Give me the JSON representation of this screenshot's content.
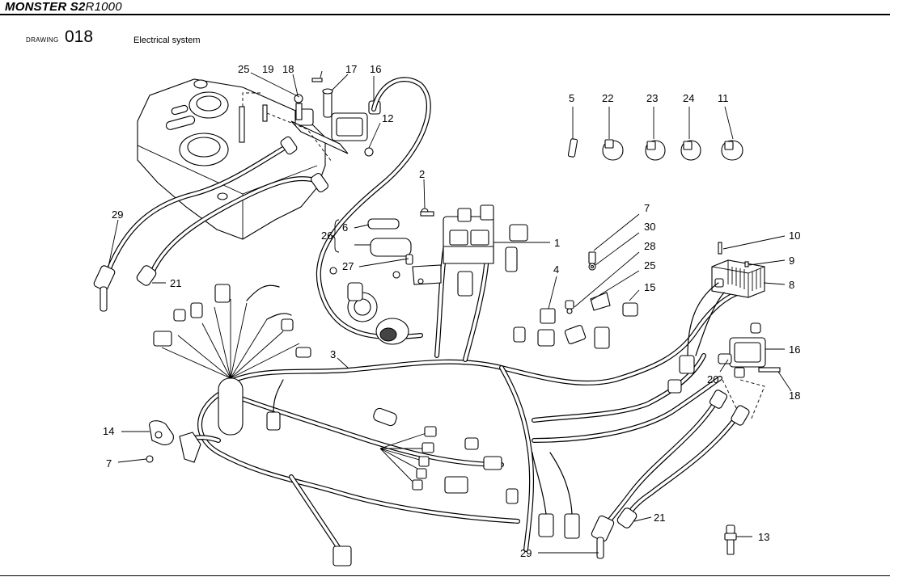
{
  "header": {
    "brand": "MONSTER",
    "model_prefix": "S2",
    "model_suffix": "R1000"
  },
  "drawing": {
    "label": "DRAWING",
    "number": "018",
    "title": "Electrical system"
  },
  "callouts": {
    "c25a": "25",
    "c19": "19",
    "c18a": "18",
    "c17": "17",
    "c16a": "16",
    "c12": "12",
    "c2": "2",
    "c29a": "29",
    "c21a": "21",
    "c26": "26",
    "c6": "6",
    "c27": "27",
    "c1": "1",
    "c3": "3",
    "c5": "5",
    "c22": "22",
    "c23": "23",
    "c24": "24",
    "c11": "11",
    "c7a": "7",
    "c30": "30",
    "c28": "28",
    "c25b": "25",
    "c4": "4",
    "c15": "15",
    "c10": "10",
    "c9": "9",
    "c8": "8",
    "c16b": "16",
    "c20": "20",
    "c18b": "18",
    "c14": "14",
    "c7b": "7",
    "c21b": "21",
    "c13": "13",
    "c29b": "29"
  }
}
